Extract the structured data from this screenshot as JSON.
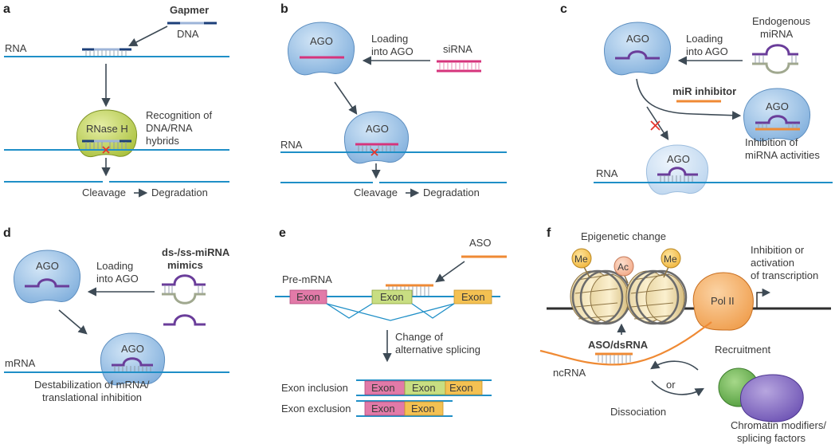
{
  "panels": {
    "a": {
      "letter": "a",
      "gapmer": "Gapmer",
      "dna": "DNA",
      "rna": "RNA",
      "rnaseh": "RNase H",
      "recognition": [
        "Recognition of",
        "DNA/RNA",
        "hybrids"
      ],
      "cleavage": "Cleavage",
      "degradation": "Degradation"
    },
    "b": {
      "letter": "b",
      "ago": "AGO",
      "loading": [
        "Loading",
        "into AGO"
      ],
      "sirna": "siRNA",
      "rna": "RNA",
      "ago2": "AGO",
      "cleavage": "Cleavage",
      "degradation": "Degradation"
    },
    "c": {
      "letter": "c",
      "ago": "AGO",
      "loading": [
        "Loading",
        "into AGO"
      ],
      "endogenous": [
        "Endogenous",
        "miRNA"
      ],
      "mir_inhibitor": "miR inhibitor",
      "ago2": "AGO",
      "inhibition": [
        "Inhibition of",
        "miRNA activities"
      ],
      "ago3": "AGO",
      "rna": "RNA"
    },
    "d": {
      "letter": "d",
      "ago": "AGO",
      "loading": [
        "Loading",
        "into AGO"
      ],
      "mimics": [
        "ds-/ss-miRNA",
        "mimics"
      ],
      "ago2": "AGO",
      "mrna": "mRNA",
      "destabilization": [
        "Destabilization of mRNA/",
        "translational inhibition"
      ]
    },
    "e": {
      "letter": "e",
      "aso": "ASO",
      "premrna": "Pre-mRNA",
      "exon": "Exon",
      "change": [
        "Change of",
        "alternative splicing"
      ],
      "inclusion": "Exon inclusion",
      "exclusion": "Exon exclusion"
    },
    "f": {
      "letter": "f",
      "epigenetic": "Epigenetic change",
      "me": "Me",
      "ac": "Ac",
      "inhibition": [
        "Inhibition or",
        "activation",
        "of transcription"
      ],
      "pol": "Pol II",
      "asodsrna": "ASO/dsRNA",
      "recruitment": "Recruitment",
      "ncrna": "ncRNA",
      "or": "or",
      "dissociation": "Dissociation",
      "chromatin": [
        "Chromatin modifiers/",
        "splicing factors"
      ]
    }
  },
  "colors": {
    "rna_line": "#1f8fc7",
    "ago_fill": "#a9c9ea",
    "rnaseh_fill": "#c5d86d",
    "magenta": "#d6347c",
    "purple": "#6a3d9a",
    "orange": "#ef8a34",
    "dark_blue": "#1c3f7a"
  }
}
